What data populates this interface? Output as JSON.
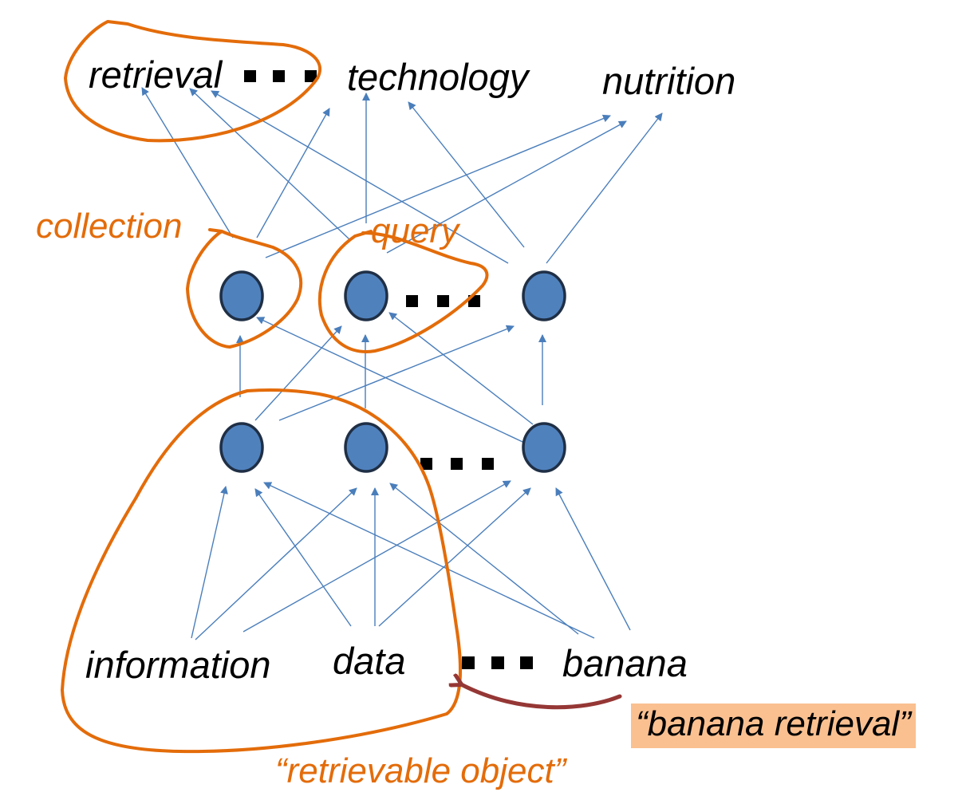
{
  "colors": {
    "node_fill": "#4f81bd",
    "node_stroke": "#1f2f45",
    "edge": "#4a7ebb",
    "loop": "#e36c0a",
    "pointer": "#953735",
    "highlight": "#fac090",
    "dots": "#000000"
  },
  "terms_top": {
    "retrieval": "retrieval",
    "technology": "technology",
    "nutrition": "nutrition"
  },
  "terms_bottom": {
    "information": "information",
    "data": "data",
    "banana": "banana"
  },
  "annotations": {
    "collection": "collection",
    "query": "query",
    "retrievable_object": "“retrievable object”",
    "banana_retrieval": "“banana retrieval”"
  },
  "diagram": {
    "node_layers": [
      {
        "name": "upper-node-layer",
        "nodes": 3
      },
      {
        "name": "lower-node-layer",
        "nodes": 3
      }
    ],
    "ellipsis_marker": "square-dots"
  }
}
